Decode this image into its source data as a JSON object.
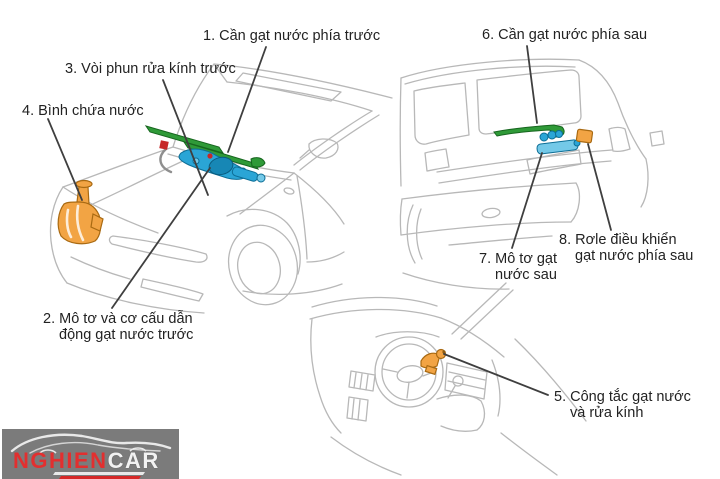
{
  "figure": {
    "labels": [
      {
        "id": "front-wiper-arm",
        "line1": "1. Cần gạt nước phía trước"
      },
      {
        "id": "front-wiper-motor",
        "line1": "2. Mô tơ và cơ cấu dẫn",
        "line2": "động gạt nước trước"
      },
      {
        "id": "washer-nozzle",
        "line1": "3. Vòi phun rửa kính trước"
      },
      {
        "id": "washer-reservoir",
        "line1": "4. Bình chứa nước"
      },
      {
        "id": "wiper-switch",
        "line1": "5. Công tắc gạt nước",
        "line2": "và rửa kính"
      },
      {
        "id": "rear-wiper-arm",
        "line1": "6. Cần gạt nước phía sau"
      },
      {
        "id": "rear-wiper-motor",
        "line1": "7. Mô tơ gạt",
        "line2": "nước sau"
      },
      {
        "id": "rear-wiper-relay",
        "line1": "8. Rơle điều khiển",
        "line2": "gạt nước phía sau"
      }
    ]
  },
  "logo": {
    "brand_red": "NGHIEN",
    "brand_white": "CAR"
  },
  "colors": {
    "background": "#ffffff",
    "sketch_line": "#b8b8b8",
    "sketch_line_dark": "#9a9a9a",
    "leader_line": "#3f3f3f",
    "label_text": "#222222",
    "wiper_green": "#2f9a38",
    "wiper_green_dark": "#17661f",
    "motor_blue": "#2aa5d6",
    "motor_blue_light": "#74c9e8",
    "motor_blue_dark": "#0d6e96",
    "reservoir_orange": "#f2a444",
    "reservoir_orange_dark": "#a96a12",
    "accent_red": "#c62828",
    "hose_gray": "#8f8f8f",
    "logo_bg": "#7b7b7b",
    "logo_red": "#e22f2f",
    "logo_white": "#f2f2f2"
  }
}
